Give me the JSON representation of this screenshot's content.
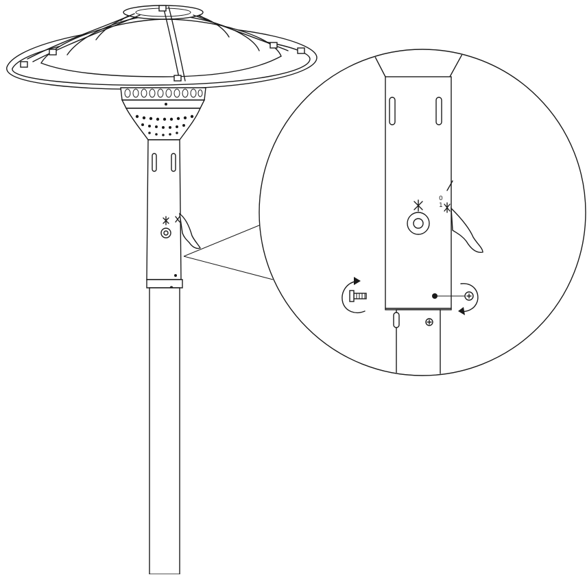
{
  "diagram": {
    "kind": "assembly-illustration",
    "line_color": "#1a1a1a",
    "background": "#ffffff",
    "labels": [
      "0",
      "1"
    ]
  }
}
